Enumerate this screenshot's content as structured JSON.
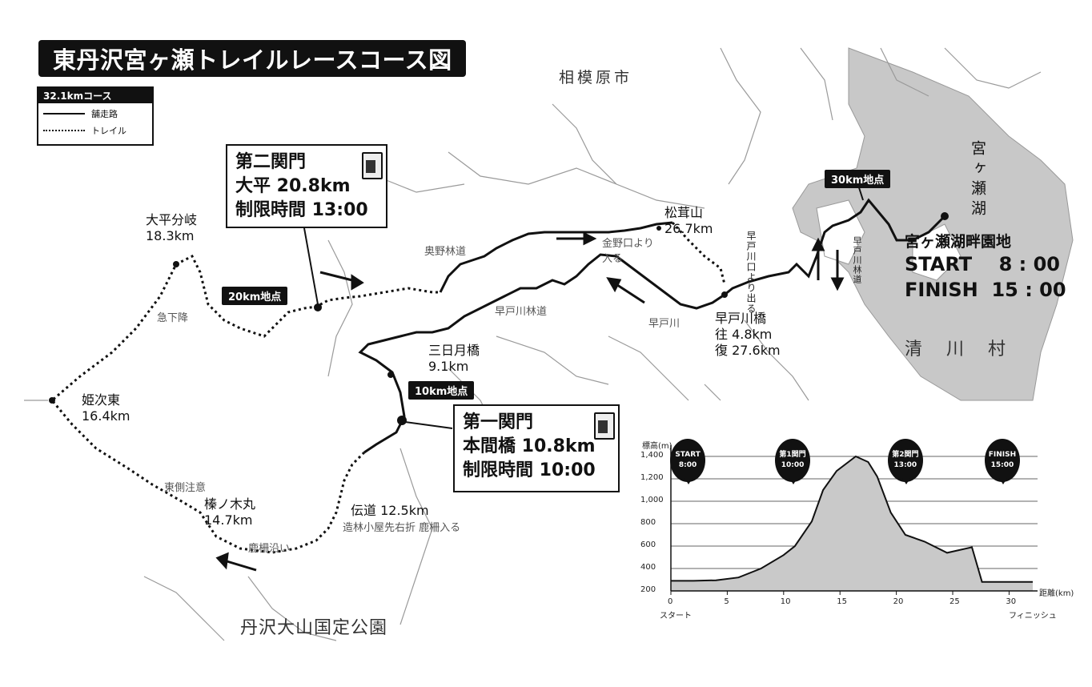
{
  "map": {
    "title": "東丹沢宮ヶ瀬トレイルレースコース図",
    "legend": {
      "head": "32.1kmコース",
      "paved": "舗走路",
      "trail": "トレイル"
    },
    "cities": {
      "sagamihara": "相模原市",
      "kiyokawa": "清　川　村",
      "park": "丹沢大山国定公園"
    },
    "lake": "宮ヶ瀬湖",
    "markers": {
      "km10": "10km地点",
      "km20": "20km地点",
      "km30": "30km地点"
    },
    "gate2": {
      "line1": "第二関門",
      "line2": "大平 20.8km",
      "line3": "制限時間 13:00"
    },
    "gate1": {
      "line1": "第一関門",
      "line2": "本間橋 10.8km",
      "line3": "制限時間 10:00"
    },
    "points": {
      "ohira_bunki": "大平分岐",
      "ohira_bunki_km": "18.3km",
      "himetsugi": "姫次東",
      "himetsugi_km": "16.4km",
      "haruki": "榛ノ木丸",
      "haruki_km": "14.7km",
      "mikazuki": "三日月橋",
      "mikazuki_km": "9.1km",
      "matsutake": "松茸山",
      "matsutake_km": "26.7km",
      "hayatogawa_bridge": "早戸川橋",
      "hayatogawa_out": "往 4.8km",
      "hayatogawa_back": "復 27.6km",
      "dendo": "伝道 12.5km",
      "dendo_note": "造林小屋先右折 鹿柵入る",
      "miyagase_park": "宮ヶ瀬湖畔園地"
    },
    "small": {
      "kyukako": "急下降",
      "toyanochui": "東側注意",
      "rokusaku": "鹿柵沿い",
      "okuno": "奥野林道",
      "hayato_rindo": "早戸川林道",
      "hayatogawa": "早戸川",
      "kanenodake": "金野口より入る",
      "hayatogawa_guchi": "早戸川口より出る",
      "hayato_rin": "早戸川林道"
    },
    "times": {
      "start_label": "START",
      "start_time": "8 : 00",
      "finish_label": "FINISH",
      "finish_time": "15 : 00"
    }
  },
  "profile": {
    "ylabel": "標高(m)",
    "xlabel": "距離(km)",
    "y_ticks": [
      "1,400",
      "1,200",
      "1,000",
      "800",
      "600",
      "400",
      "200"
    ],
    "x_ticks": [
      "0",
      "5",
      "10",
      "15",
      "20",
      "25",
      "30"
    ],
    "x_start": "スタート",
    "x_finish": "フィニッシュ",
    "bubbles": [
      {
        "l1": "START",
        "l2": "8:00",
        "km": 1.5
      },
      {
        "l1": "第1関門",
        "l2": "10:00",
        "km": 10.8
      },
      {
        "l1": "第2関門",
        "l2": "13:00",
        "km": 20.8
      },
      {
        "l1": "FINISH",
        "l2": "15:00",
        "km": 29.4
      }
    ],
    "points": [
      {
        "km": 0,
        "alt": 290
      },
      {
        "km": 2,
        "alt": 290
      },
      {
        "km": 4,
        "alt": 295
      },
      {
        "km": 6,
        "alt": 320
      },
      {
        "km": 8,
        "alt": 400
      },
      {
        "km": 10,
        "alt": 520
      },
      {
        "km": 11,
        "alt": 600
      },
      {
        "km": 12.5,
        "alt": 820
      },
      {
        "km": 13.5,
        "alt": 1100
      },
      {
        "km": 14.7,
        "alt": 1270
      },
      {
        "km": 16.4,
        "alt": 1400
      },
      {
        "km": 17.5,
        "alt": 1350
      },
      {
        "km": 18.3,
        "alt": 1220
      },
      {
        "km": 19.5,
        "alt": 900
      },
      {
        "km": 20.8,
        "alt": 700
      },
      {
        "km": 22.5,
        "alt": 640
      },
      {
        "km": 24.5,
        "alt": 540
      },
      {
        "km": 26.7,
        "alt": 590
      },
      {
        "km": 27.6,
        "alt": 280
      },
      {
        "km": 30,
        "alt": 280
      },
      {
        "km": 32.1,
        "alt": 280
      }
    ]
  }
}
